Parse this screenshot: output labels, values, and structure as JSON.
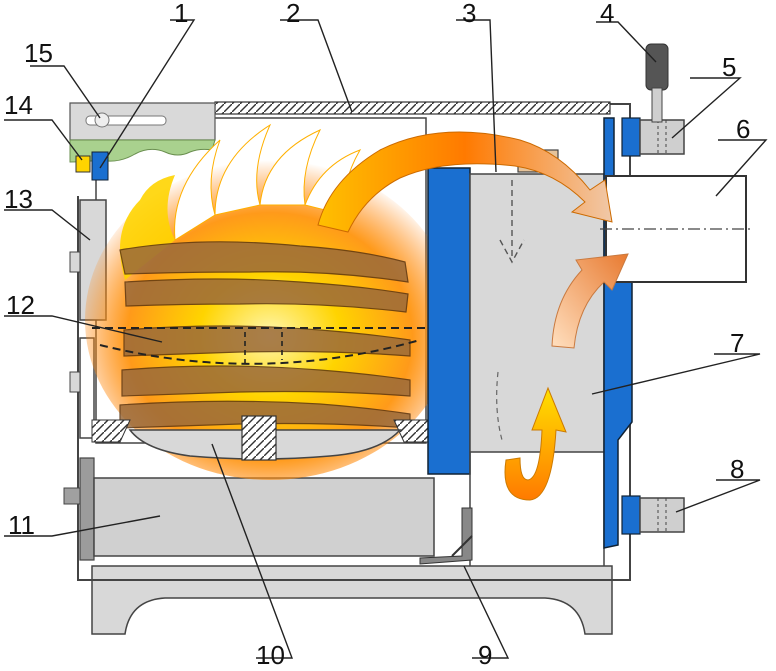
{
  "diagram": {
    "labels": [
      "1",
      "2",
      "3",
      "4",
      "5",
      "6",
      "7",
      "8",
      "9",
      "10",
      "11",
      "12",
      "13",
      "14",
      "15"
    ]
  },
  "colors": {
    "steel_gray": "#d8d8d8",
    "water_jacket_blue": "#1a6fd0",
    "wall_outline": "#444444",
    "ash_pan_gray": "#cfcfcf",
    "flame_yellow": "#ffd400",
    "flame_orange": "#ff8a00",
    "wood_brown": "#8b5a2b",
    "control_green": "#a9d18e"
  }
}
